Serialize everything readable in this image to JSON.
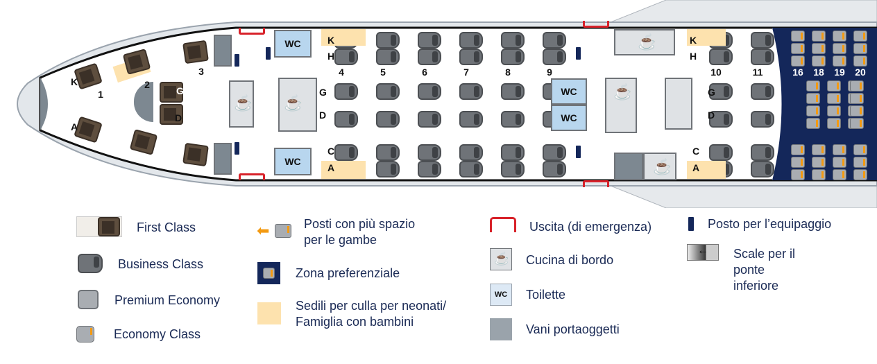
{
  "colors": {
    "navy": "#14275a",
    "exit": "#d8222a",
    "family": "#fde2ae",
    "wc": "#b8d6ee",
    "economy_accent": "#f39a12"
  },
  "seatmap": {
    "first_rows": [
      "1",
      "2",
      "3"
    ],
    "first_letters": [
      "K",
      "A",
      "G",
      "D"
    ],
    "business_rows": [
      "4",
      "5",
      "6",
      "7",
      "8",
      "9",
      "10",
      "11"
    ],
    "business_letters_front": [
      "K",
      "H",
      "G",
      "D",
      "C",
      "A"
    ],
    "business_letters_rear": [
      "K",
      "H",
      "G",
      "D",
      "C",
      "A"
    ],
    "economy_rows": [
      "16",
      "18",
      "19",
      "20"
    ],
    "wc_label": "WC"
  },
  "legend": {
    "first": "First Class",
    "business": "Business Class",
    "premium": "Premium Economy",
    "economy": "Economy Class",
    "legroom_1": "Posti con più spazio",
    "legroom_2": "per le gambe",
    "preferred": "Zona preferenziale",
    "bassinet_1": "Sedili per culla per neonati/",
    "bassinet_2": "Famiglia con bambini",
    "exit": "Uscita (di emergenza)",
    "galley": "Cucina di bordo",
    "toilet": "Toilette",
    "toilet_icon": "WC",
    "storage": "Vani portaoggetti",
    "crew": "Posto per l’equipaggio",
    "stairs_1": "Scale per il",
    "stairs_2": "ponte",
    "stairs_3": "inferiore"
  }
}
